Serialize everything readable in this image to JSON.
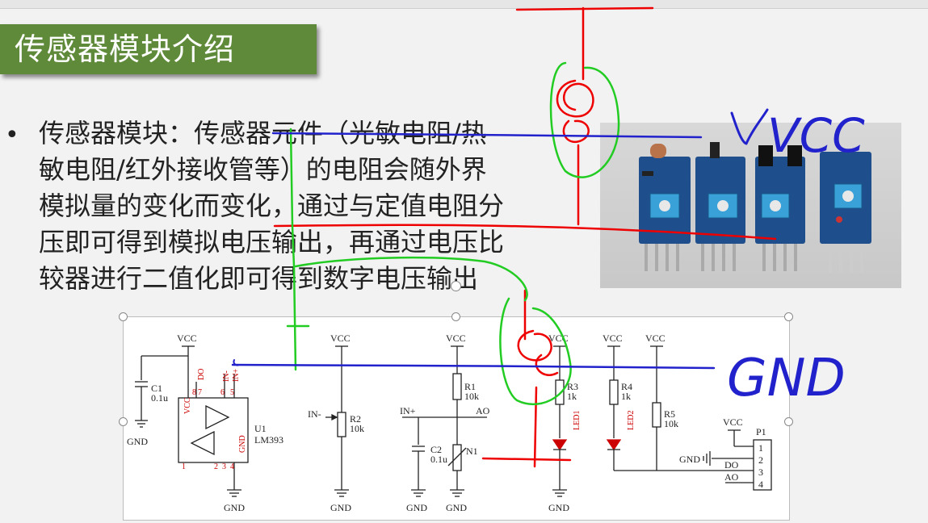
{
  "slide": {
    "title": "传感器模块介绍",
    "bullet_symbol": "•",
    "body_lines": [
      "传感器模块：传感器元件（光敏电阻/热",
      "敏电阻/红外接收管等）的电阻会随外界",
      "模拟量的变化而变化，通过与定值电阻分",
      "压即可得到模拟电压输出，再通过电压比",
      "较器进行二值化即可得到数字电压输出"
    ]
  },
  "annotations": {
    "vcc": "VCC",
    "gnd": "GND"
  },
  "schematic": {
    "vcc": "VCC",
    "gnd": "GND",
    "c1": "C1",
    "c1_val": "0.1u",
    "u1": "U1",
    "u1_part": "LM393",
    "pin_vcc": "VCC",
    "pin_gnd": "GND",
    "pin_do": "DO",
    "pin_in_minus": "IN-",
    "pin_in_plus": "IN+",
    "n8": "8",
    "n7": "7",
    "n6": "6",
    "n5": "5",
    "n1": "1",
    "n2": "2",
    "n3": "3",
    "n4": "4",
    "in_minus": "IN-",
    "in_plus": "IN+",
    "r2": "R2",
    "r2_val": "10k",
    "r1": "R1",
    "r1_val": "10k",
    "ao": "AO",
    "c2": "C2",
    "c2_val": "0.1u",
    "n1_label": "N1",
    "r3": "R3",
    "r3_val": "1k",
    "r4": "R4",
    "r4_val": "1k",
    "r5": "R5",
    "r5_val": "10k",
    "led1": "LED1",
    "led2": "LED2",
    "p1": "P1",
    "do": "DO",
    "p_1": "1",
    "p_2": "2",
    "p_3": "3",
    "p_4": "4"
  }
}
